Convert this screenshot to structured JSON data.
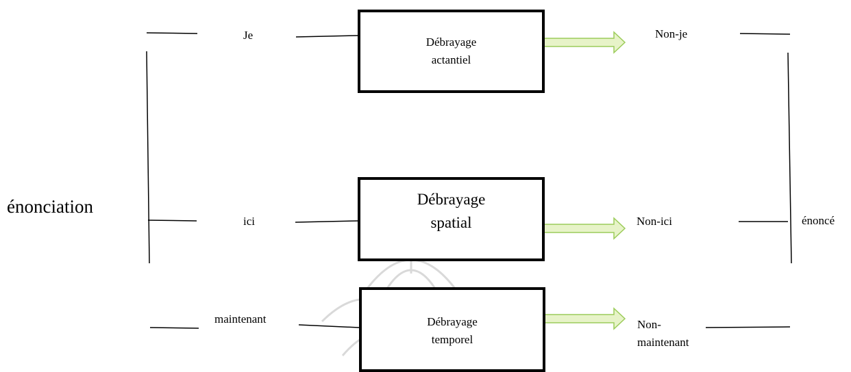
{
  "left_label": "énonciation",
  "right_label": "énoncé",
  "rows": [
    {
      "source": "Je",
      "box_line1": "Débrayage",
      "box_line2": "actantiel",
      "target": "Non-je"
    },
    {
      "source": "ici",
      "box_line1": "Débrayage",
      "box_line2": "spatial",
      "target": "Non-ici"
    },
    {
      "source": "maintenant",
      "box_line1": "Débrayage",
      "box_line2": "temporel",
      "target_line1": "Non-",
      "target_line2": "maintenant"
    }
  ],
  "colors": {
    "arrow_fill": "#e7f3c8",
    "arrow_stroke": "#9ccc5a",
    "watermark": "#d9d9d9"
  }
}
